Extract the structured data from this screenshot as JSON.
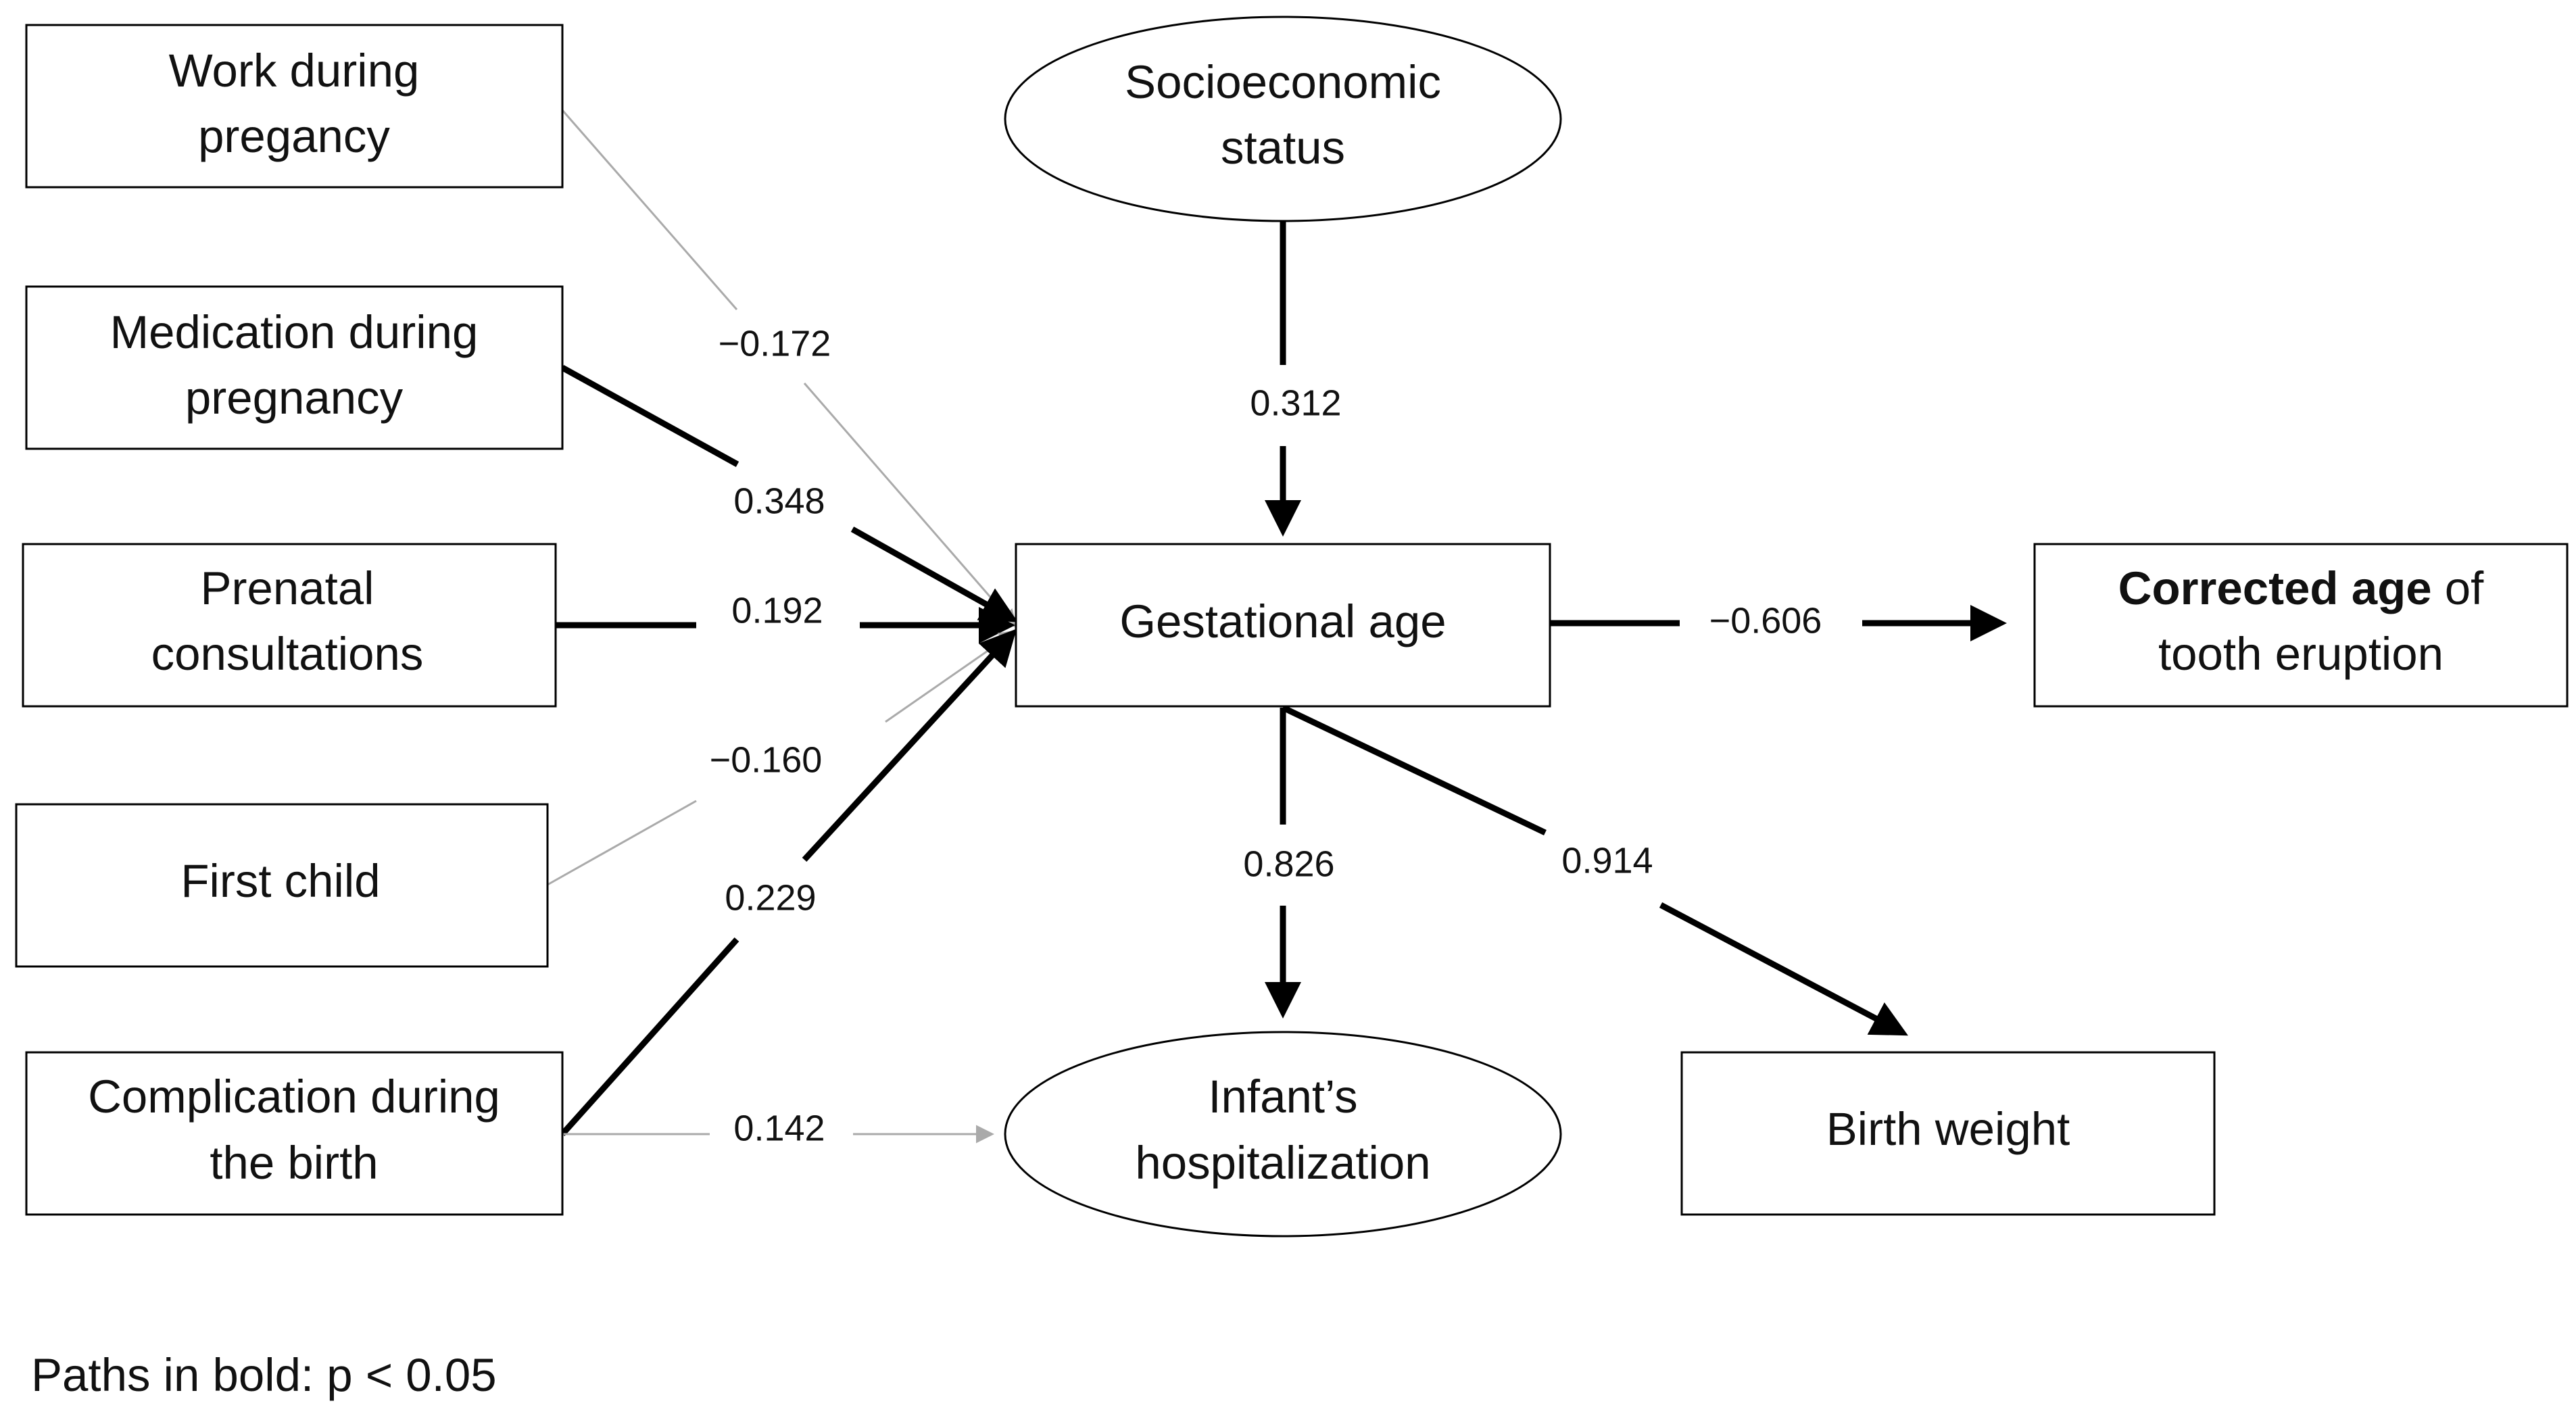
{
  "nodes": {
    "work_pregnancy": {
      "lines": [
        "Work during",
        "pregancy"
      ]
    },
    "medication_pregnancy": {
      "lines": [
        "Medication during",
        "pregnancy"
      ]
    },
    "prenatal_consultations": {
      "lines": [
        "Prenatal",
        "consultations"
      ]
    },
    "first_child": {
      "lines": [
        "First child"
      ]
    },
    "complication_birth": {
      "lines": [
        "Complication during",
        "the birth"
      ]
    },
    "socioeconomic_status": {
      "lines": [
        "Socioeconomic",
        "status"
      ]
    },
    "gestational_age": {
      "lines": [
        "Gestational age"
      ]
    },
    "corrected_age": {
      "line1_bold": "Corrected age",
      "line1_rest": " of",
      "line2": "tooth eruption"
    },
    "infant_hospitalization": {
      "lines": [
        "Infant’s",
        "hospitalization"
      ]
    },
    "birth_weight": {
      "lines": [
        "Birth weight"
      ]
    }
  },
  "paths": [
    {
      "id": "work_to_gestational",
      "from": "Work during pregancy",
      "to": "Gestational age",
      "coefficient": "−0.172",
      "significant": false
    },
    {
      "id": "medication_to_gestational",
      "from": "Medication during pregnancy",
      "to": "Gestational age",
      "coefficient": "0.348",
      "significant": true
    },
    {
      "id": "prenatal_to_gestational",
      "from": "Prenatal consultations",
      "to": "Gestational age",
      "coefficient": "0.192",
      "significant": true
    },
    {
      "id": "firstchild_to_gestational",
      "from": "First child",
      "to": "Gestational age",
      "coefficient": "−0.160",
      "significant": false
    },
    {
      "id": "complication_to_gestational",
      "from": "Complication during the birth",
      "to": "Gestational age",
      "coefficient": "0.229",
      "significant": true
    },
    {
      "id": "socioeconomic_to_gestational",
      "from": "Socioeconomic status",
      "to": "Gestational age",
      "coefficient": "0.312",
      "significant": true
    },
    {
      "id": "gestational_to_corrected",
      "from": "Gestational age",
      "to": "Corrected age of tooth eruption",
      "coefficient": "−0.606",
      "significant": true
    },
    {
      "id": "gestational_to_hospitalization",
      "from": "Gestational age",
      "to": "Infant’s hospitalization",
      "coefficient": "0.826",
      "significant": true
    },
    {
      "id": "gestational_to_birthweight",
      "from": "Gestational age",
      "to": "Birth weight",
      "coefficient": "0.914",
      "significant": true
    },
    {
      "id": "complication_to_hospitalization",
      "from": "Complication during the birth",
      "to": "Infant’s hospitalization",
      "coefficient": "0.142",
      "significant": false
    }
  ],
  "caption": "Paths in bold: p < 0.05",
  "colors": {
    "significant_path": "#000000",
    "nonsignificant_path": "#aaaaaa",
    "node_border": "#000000",
    "background": "#ffffff"
  }
}
